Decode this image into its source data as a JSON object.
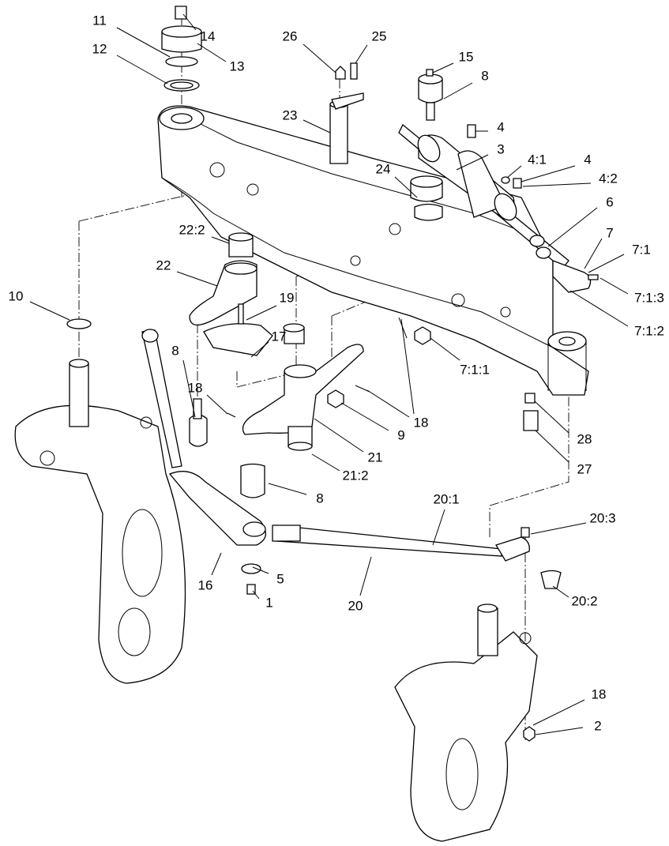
{
  "diagram": {
    "type": "exploded-parts-diagram",
    "line_color": "#000000",
    "background": "#ffffff",
    "callouts": [
      {
        "text": "14"
      },
      {
        "text": "11"
      },
      {
        "text": "13"
      },
      {
        "text": "12"
      },
      {
        "text": "26"
      },
      {
        "text": "25"
      },
      {
        "text": "15"
      },
      {
        "text": "8"
      },
      {
        "text": "23"
      },
      {
        "text": "4"
      },
      {
        "text": "3"
      },
      {
        "text": "4:1"
      },
      {
        "text": "4"
      },
      {
        "text": "4:2"
      },
      {
        "text": "24"
      },
      {
        "text": "6"
      },
      {
        "text": "7"
      },
      {
        "text": "7:1"
      },
      {
        "text": "22:2"
      },
      {
        "text": "22"
      },
      {
        "text": "7:1:3"
      },
      {
        "text": "7:1:2"
      },
      {
        "text": "10"
      },
      {
        "text": "19"
      },
      {
        "text": "17"
      },
      {
        "text": "8"
      },
      {
        "text": "18"
      },
      {
        "text": "7:1:1"
      },
      {
        "text": "18"
      },
      {
        "text": "9"
      },
      {
        "text": "21"
      },
      {
        "text": "28"
      },
      {
        "text": "21:2"
      },
      {
        "text": "27"
      },
      {
        "text": "8"
      },
      {
        "text": "20:1"
      },
      {
        "text": "20:3"
      },
      {
        "text": "5"
      },
      {
        "text": "16"
      },
      {
        "text": "1"
      },
      {
        "text": "20"
      },
      {
        "text": "20:2"
      },
      {
        "text": "18"
      },
      {
        "text": "2"
      }
    ]
  }
}
